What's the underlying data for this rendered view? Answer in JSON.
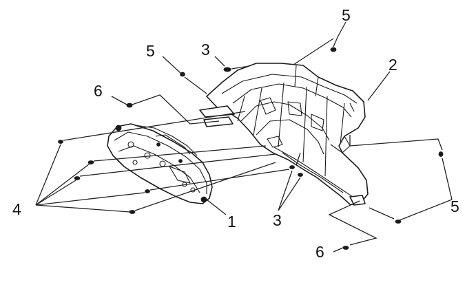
{
  "callouts": {
    "c1": "1",
    "c2": "2",
    "c3a": "3",
    "c3b": "3",
    "c4": "4",
    "c5a": "5",
    "c5b": "5",
    "c5c": "5",
    "c6a": "6",
    "c6b": "6"
  }
}
